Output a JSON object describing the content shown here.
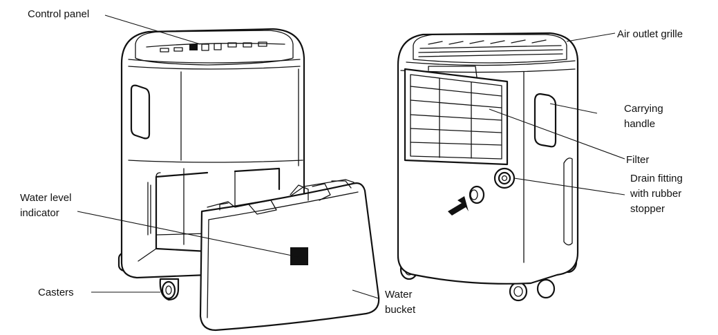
{
  "labels": {
    "control_panel": "Control panel",
    "air_outlet_grille": "Air outlet grille",
    "carrying_handle_1": "Carrying",
    "carrying_handle_2": "handle",
    "filter": "Filter",
    "drain_fitting_1": "Drain fitting",
    "drain_fitting_2": "with rubber",
    "drain_fitting_3": "stopper",
    "water_level_1": "Water level",
    "water_level_2": "indicator",
    "casters": "Casters",
    "water_bucket_1": "Water",
    "water_bucket_2": "bucket"
  },
  "colors": {
    "ink": "#111111",
    "background": "#ffffff"
  }
}
